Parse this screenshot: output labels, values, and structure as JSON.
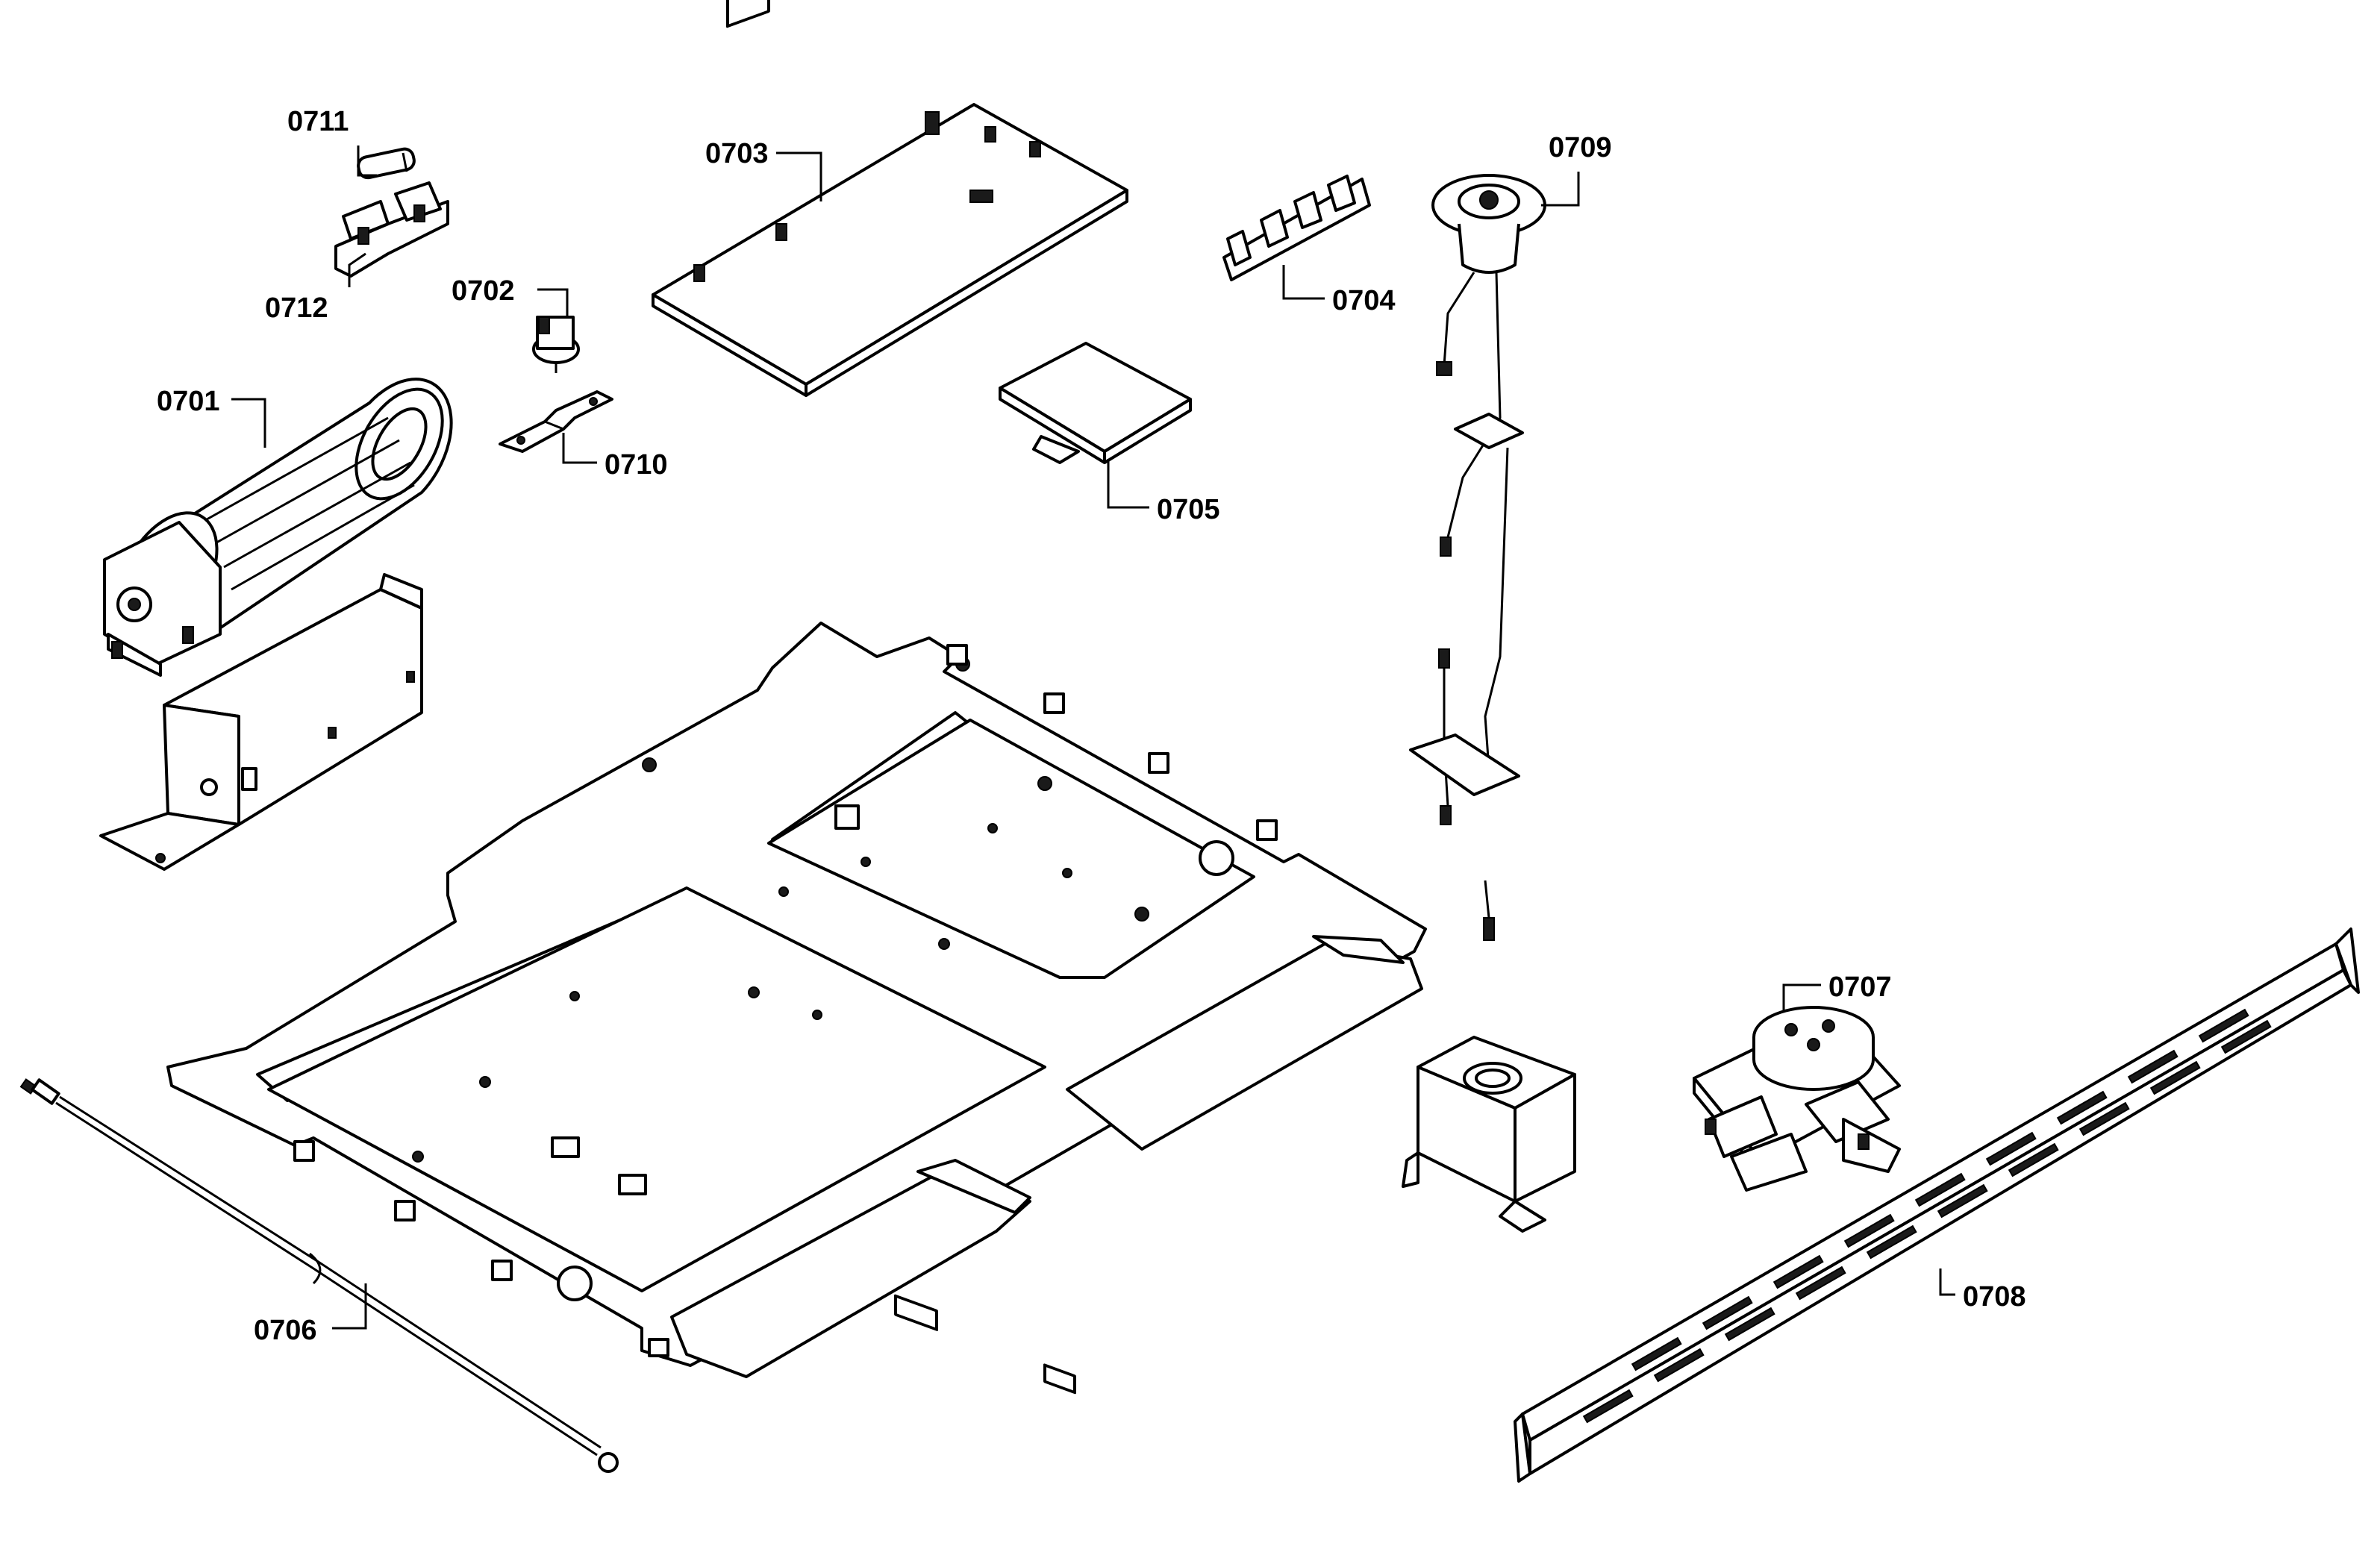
{
  "diagram": {
    "callouts": [
      {
        "id": "0711",
        "label": "0711"
      },
      {
        "id": "0712",
        "label": "0712"
      },
      {
        "id": "0703",
        "label": "0703"
      },
      {
        "id": "0709",
        "label": "0709"
      },
      {
        "id": "0702",
        "label": "0702"
      },
      {
        "id": "0704",
        "label": "0704"
      },
      {
        "id": "0701",
        "label": "0701"
      },
      {
        "id": "0710",
        "label": "0710"
      },
      {
        "id": "0705",
        "label": "0705"
      },
      {
        "id": "0707",
        "label": "0707"
      },
      {
        "id": "0706",
        "label": "0706"
      },
      {
        "id": "0708",
        "label": "0708"
      }
    ]
  }
}
